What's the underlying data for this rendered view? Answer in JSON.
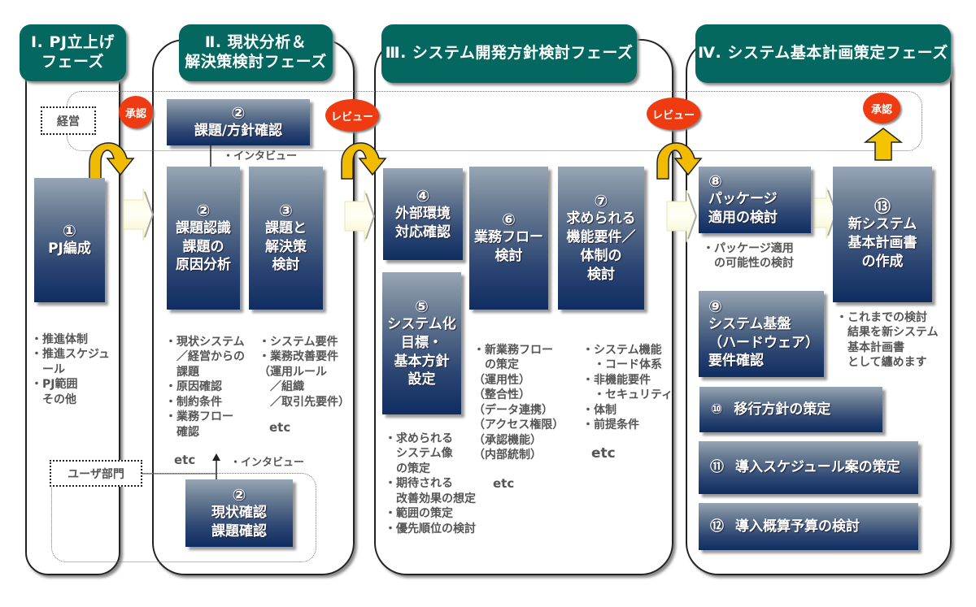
{
  "phases": [
    {
      "title_lines": [
        "Ⅰ. PJ立上げ",
        "フェーズ"
      ]
    },
    {
      "title_lines": [
        "Ⅱ. 現状分析＆",
        "解決策検討フェーズ"
      ]
    },
    {
      "title_lines": [
        "Ⅲ. システム開発方針検討フェーズ"
      ]
    },
    {
      "title_lines": [
        "Ⅳ. システム基本計画策定フェーズ"
      ]
    }
  ],
  "bands": {
    "management_label": "経営",
    "user_dept_label": "ユーザ部門"
  },
  "badges": {
    "approval_1": "承認",
    "review_1": "レビュー",
    "review_2": "レビュー",
    "approval_2": "承認"
  },
  "interview_labels": {
    "top": "・インタビュー",
    "bottom": "・インタビュー"
  },
  "tasks": {
    "t1": {
      "num": "①",
      "lines": [
        "PJ編成"
      ]
    },
    "t2_mgmt": {
      "num": "②",
      "lines": [
        "課題/方針確認"
      ]
    },
    "t2": {
      "num": "②",
      "lines": [
        "課題認識",
        "課題の",
        "原因分析"
      ]
    },
    "t3": {
      "num": "③",
      "lines": [
        "課題と",
        "解決策",
        "検討"
      ]
    },
    "t2_user": {
      "num": "②",
      "lines": [
        "現状確認",
        "課題確認"
      ]
    },
    "t4": {
      "num": "④",
      "lines": [
        "外部環境",
        "対応確認"
      ]
    },
    "t5": {
      "num": "⑤",
      "lines": [
        "システム化",
        "目標・",
        "基本方針",
        "設定"
      ]
    },
    "t6": {
      "num": "⑥",
      "lines": [
        "業務フロー",
        "検討"
      ]
    },
    "t7": {
      "num": "⑦",
      "lines": [
        "求められる",
        "機能要件／",
        "体制の",
        "検討"
      ]
    },
    "t8": {
      "num": "⑧",
      "lines": [
        "パッケージ",
        "適用の検討"
      ]
    },
    "t9": {
      "num": "⑨",
      "lines": [
        "システム基盤",
        "（ハードウェア）",
        "要件確認"
      ]
    },
    "t10": {
      "num": "⑩",
      "label": "移行方針の策定"
    },
    "t11": {
      "num": "⑪",
      "label": "導入スケジュール案の策定"
    },
    "t12": {
      "num": "⑫",
      "label": "導入概算予算の検討"
    },
    "t13": {
      "num": "⑬",
      "lines": [
        "新システム",
        "基本計画書",
        "の作成"
      ]
    }
  },
  "notes": {
    "phase1": "・推進体制\n・推進スケジュ\n　ール\n・PJ範囲\n　その他",
    "phase2_left": "・現状システム\n　／経営からの\n　課題\n・原因確認\n・制約条件\n・業務フロー\n　確認",
    "phase2_left_etc": "etc",
    "phase2_right": "・システム要件\n・業務改善要件\n（運用ルール\n　／組織\n　／取引先要件）",
    "phase2_right_etc": "etc",
    "phase3_t5": "・求められる\n　システム像\n　の策定\n・期待される\n　改善効果の想定\n・範囲の策定\n・優先順位の検討",
    "phase3_t6": "・新業務フロー\n　の策定\n（運用性）\n（整合性）\n（データ連携）\n（アクセス権限）\n（承認機能）\n（内部統制）",
    "phase3_t6_etc": "etc",
    "phase3_t7": "・システム機能\n　・コード体系\n・非機能要件\n　・セキュリティ\n・体制\n・前提条件",
    "phase3_t7_etc": "etc",
    "phase4_t8": "・パッケージ適用\n　の可能性の検討",
    "phase4_t13": "・これまでの検討\n　結果を新システム\n　基本計画書\n　として纏めます"
  },
  "colors": {
    "phase_header": "#046760",
    "badge": "#ee3b12",
    "curved_arrow": "#f5c400",
    "task_top": "#97a6b6",
    "task_bottom": "#0f2d61"
  }
}
